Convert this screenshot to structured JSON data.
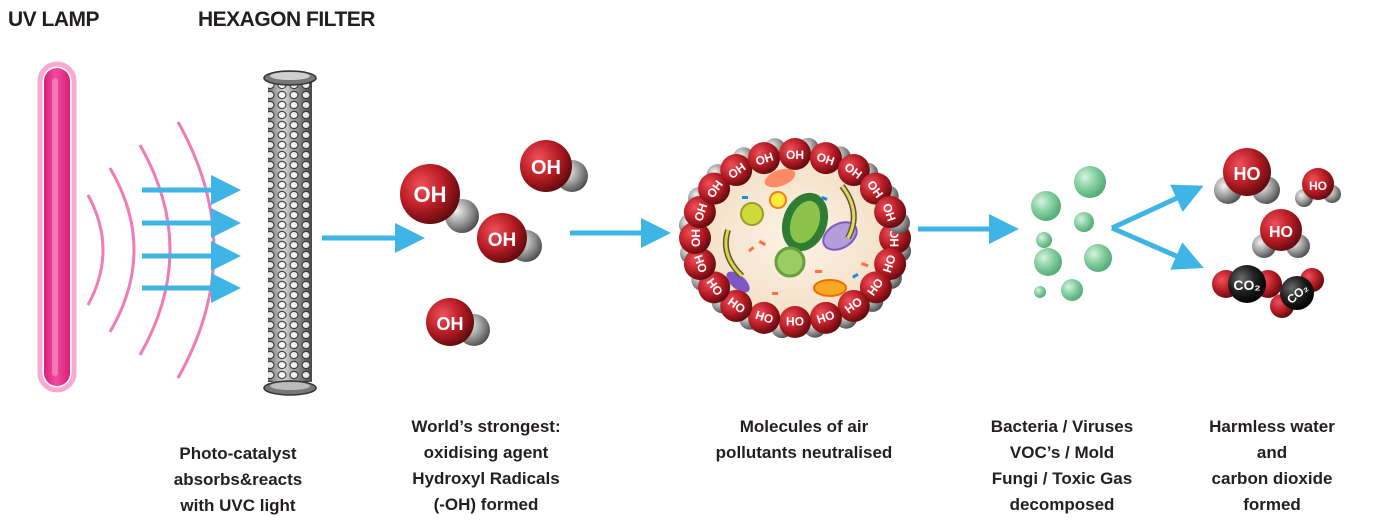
{
  "headings": {
    "uv_lamp": "UV LAMP",
    "hexagon_filter": "HEXAGON FILTER"
  },
  "captions": {
    "photo_catalyst": [
      "Photo-catalyst",
      "absorbs&reacts",
      "with UVC light"
    ],
    "hydroxyl": [
      "World’s strongest:",
      "oxidising agent",
      "Hydroxyl Radicals",
      "(-OH) formed"
    ],
    "molecules": [
      "Molecules of air",
      "pollutants neutralised"
    ],
    "decomposed": [
      "Bacteria / Viruses",
      "VOC’s / Mold",
      "Fungi / Toxic Gas",
      "decomposed"
    ],
    "harmless": [
      "Harmless water",
      "and",
      "carbon dioxide",
      "formed"
    ]
  },
  "molecule_labels": {
    "oh": "OH",
    "oh_ring": "OH",
    "h2o": "HO",
    "co2": "CO₂"
  },
  "colors": {
    "lamp": "#e8388f",
    "uv_wave": "#f07bb8",
    "arrow": "#3fb5e6",
    "oxygen_red": "#b81c24",
    "hydrogen_grey": "#8c8c8c",
    "bubble_green": "#7fc89a",
    "text": "#231f20"
  }
}
